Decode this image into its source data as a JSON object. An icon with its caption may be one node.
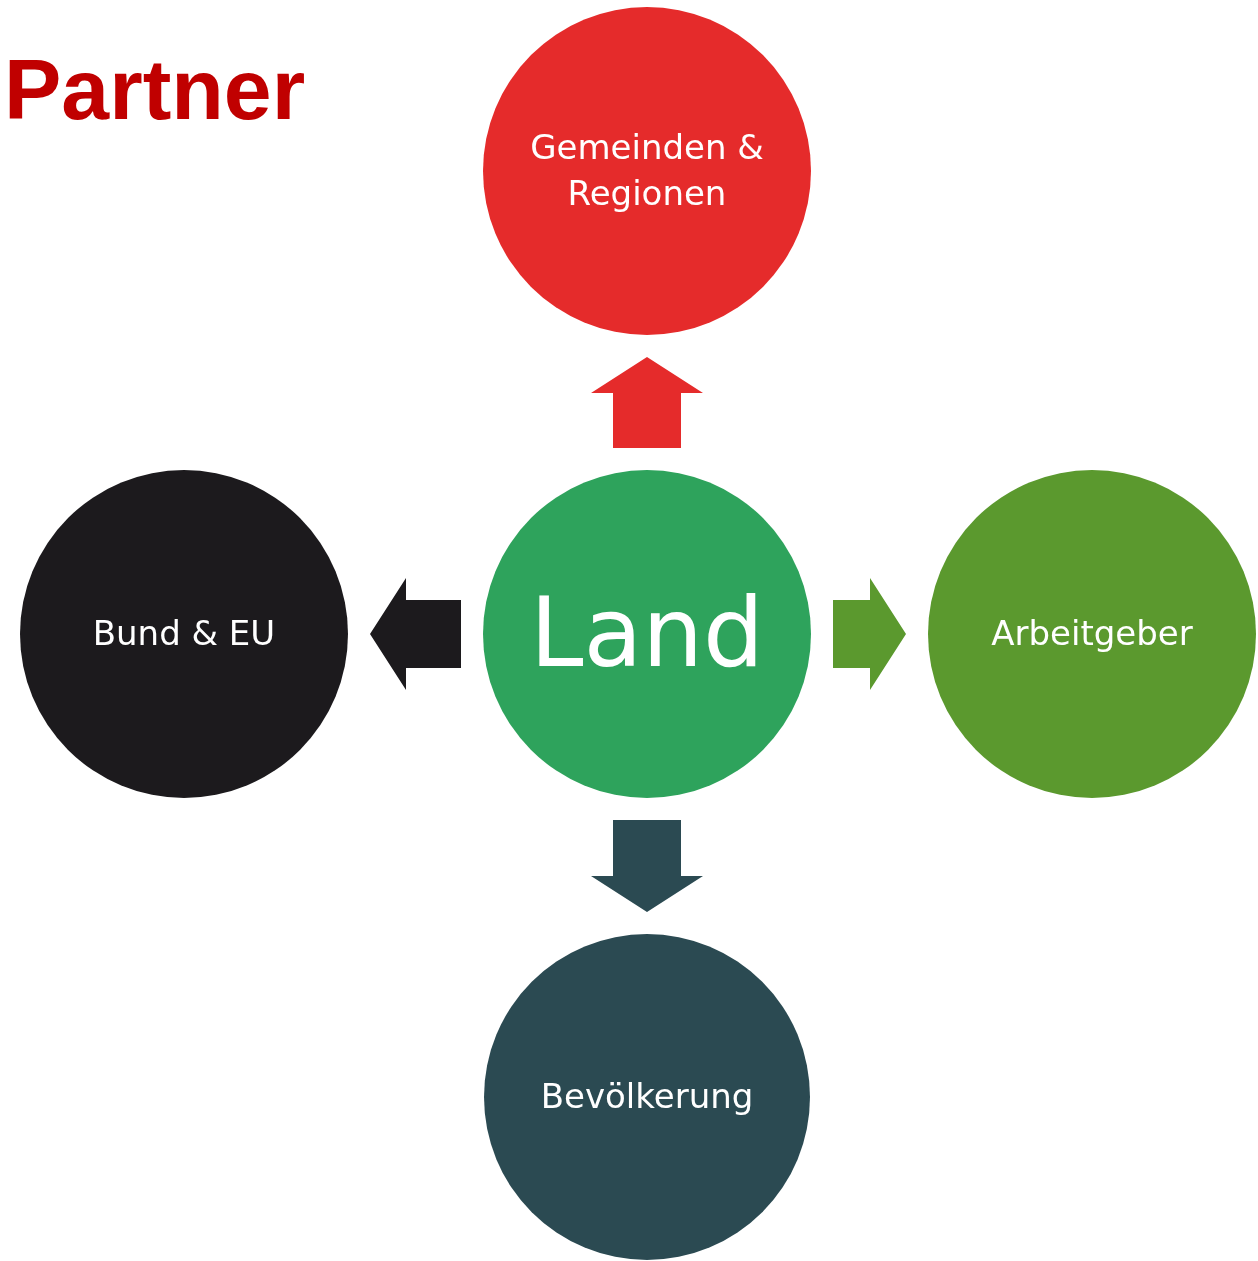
{
  "diagram": {
    "title": "Partner",
    "nodes": [
      {
        "text": [
          "Land"
        ]
      },
      {
        "text": [
          "Gemeinden & Regionen"
        ]
      },
      {
        "text": [
          "Arbeitgeber"
        ]
      },
      {
        "text": [
          "Bevölkerung"
        ]
      },
      {
        "text": [
          "Bund & EU"
        ]
      }
    ],
    "edges": [
      {
        "from": 0,
        "to": 1,
        "arrow": "to",
        "color": "#e52b2b"
      },
      {
        "from": 0,
        "to": 2,
        "arrow": "to",
        "color": "#5b992e"
      },
      {
        "from": 0,
        "to": 3,
        "arrow": "to",
        "color": "#2b4a52"
      },
      {
        "from": 0,
        "to": 4,
        "arrow": "to",
        "color": "#1c1a1d"
      }
    ]
  }
}
